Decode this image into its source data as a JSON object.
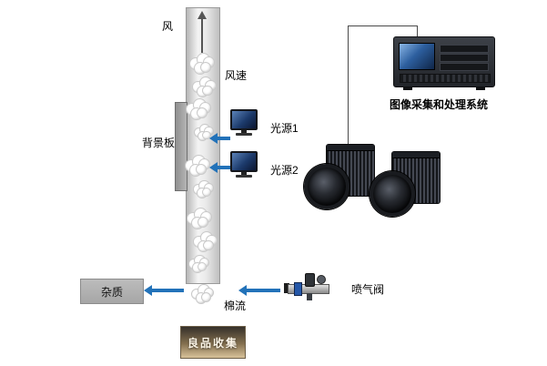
{
  "diagram": {
    "labels": {
      "wind": "风",
      "wind_speed": "风速",
      "background_board": "背景板",
      "light1": "光源1",
      "light2": "光源2",
      "system": "图像采集和处理系统",
      "impurity": "杂质",
      "cotton_flow": "棉流",
      "jet_valve": "喷气阀",
      "collection": "良品收集"
    },
    "colors": {
      "arrow": "#2272b9",
      "impurity_box": "#a6a6a6"
    }
  }
}
